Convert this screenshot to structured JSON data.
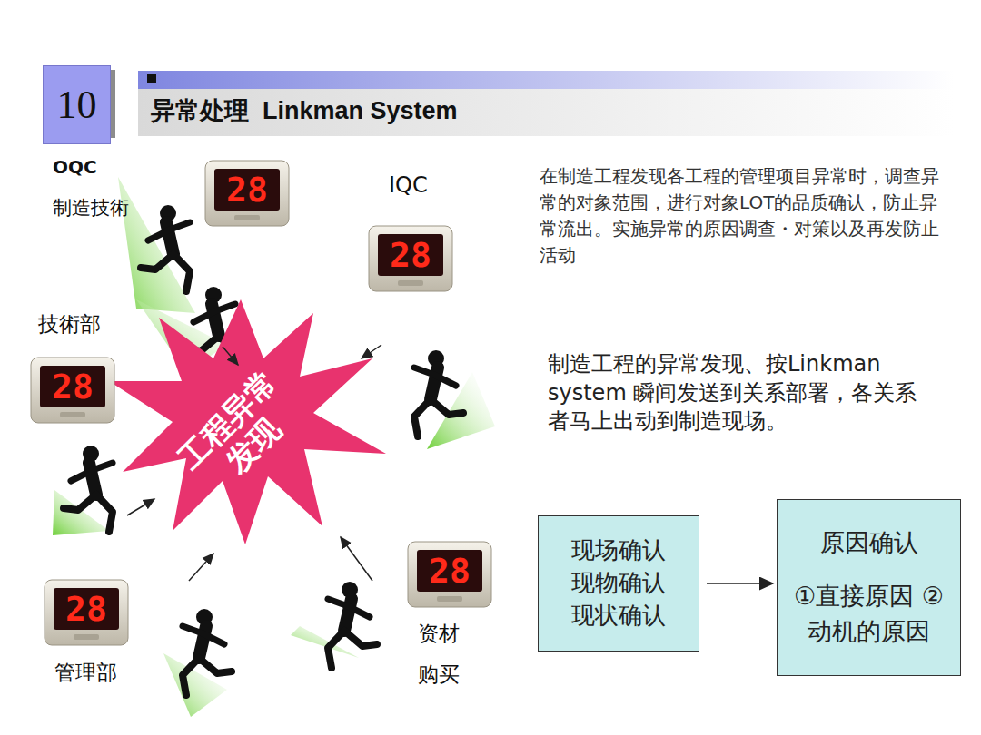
{
  "diagram": {
    "title": "异常处理  Linkman System",
    "nodes": [
      {
        "text": [
          "10"
        ]
      },
      {
        "text": [
          "工程异常 发现"
        ]
      },
      {
        "text": [
          "现场确认 现物确认 现状确认"
        ]
      },
      {
        "text": [
          "原因确认",
          "①直接原因 ②动机的原因"
        ]
      }
    ],
    "edges": [
      {
        "from": 2,
        "to": 3,
        "arrow": "to"
      }
    ],
    "labels": [
      "OQC",
      "制造技術",
      "IQC",
      "技術部",
      "管理部",
      "资材",
      "购买",
      "在制造工程发现各工程的管理项目异常时，调查异常的对象范围，进行对象LOT的品质确认，防止异常流出。实施异常的原因调查・对策以及再发防止活动",
      "制造工程的异常发现、按Linkman system 瞬间发送到关系部署，各关系者马上出动到制造现场。",
      "28",
      "28",
      "28",
      "28",
      "28"
    ]
  }
}
